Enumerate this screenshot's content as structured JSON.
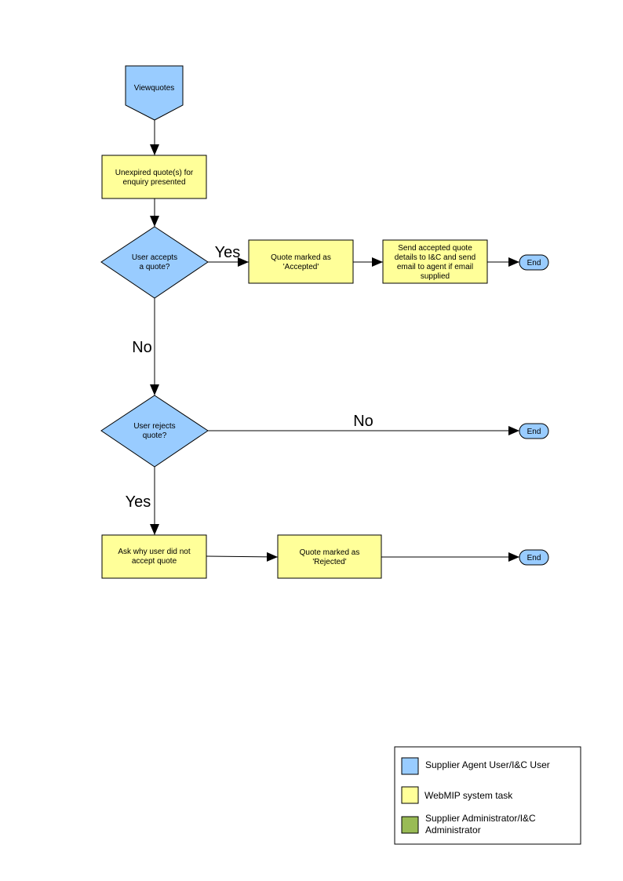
{
  "colors": {
    "user": "#99ccff",
    "system": "#ffff99",
    "admin": "#99bb55",
    "stroke": "#000000"
  },
  "nodes": {
    "start": "Viewquotes",
    "unexpired": [
      "Unexpired quote(s) for",
      "enquiry presented"
    ],
    "accepts_decision": [
      "User accepts",
      "a quote?"
    ],
    "marked_accepted": [
      "Quote  marked as",
      "'Accepted'"
    ],
    "send_details": [
      "Send accepted quote",
      "details to I&C and send",
      "email to agent if email",
      "supplied"
    ],
    "end_1": "End",
    "rejects_decision": [
      "User rejects",
      "quote?"
    ],
    "end_2": "End",
    "ask_why": [
      "Ask why user did not",
      "accept quote"
    ],
    "marked_rejected": [
      "Quote  marked as",
      "'Rejected'"
    ],
    "end_3": "End"
  },
  "edge_labels": {
    "accept_yes": "Yes",
    "accept_no": "No",
    "reject_no": "No",
    "reject_yes": "Yes"
  },
  "legend": {
    "items": [
      {
        "lines": [
          "Supplier Agent User/I&C User"
        ],
        "color": "#99ccff"
      },
      {
        "lines": [
          "WebMIP system task"
        ],
        "color": "#ffff99"
      },
      {
        "lines": [
          "Supplier Administrator/I&C",
          "Administrator"
        ],
        "color": "#99bb55"
      }
    ]
  }
}
